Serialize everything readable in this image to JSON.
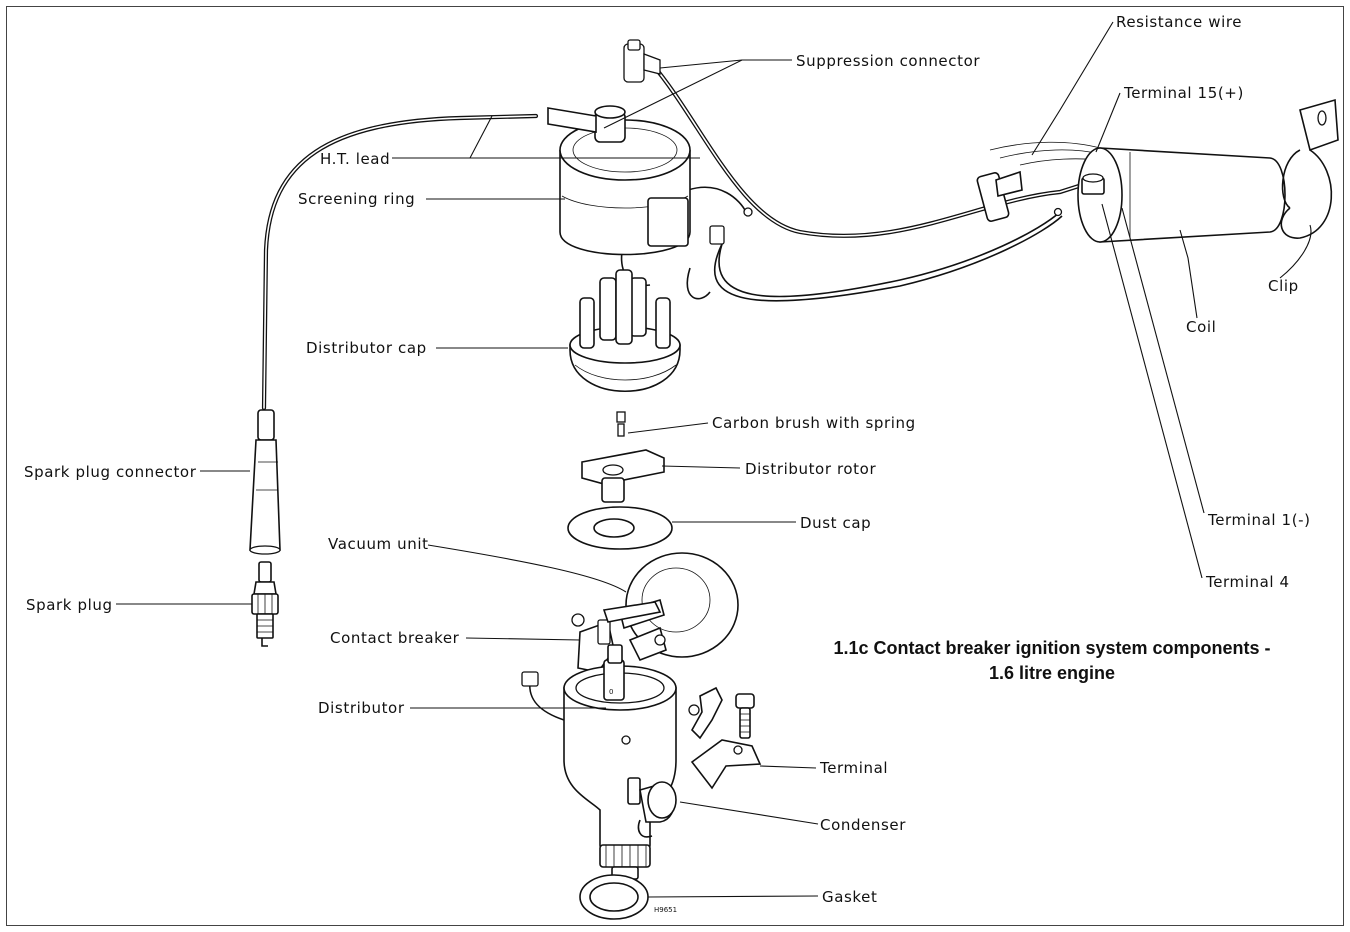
{
  "figure": {
    "caption_line1": "1.1c  Contact breaker ignition system components -",
    "caption_line2": "1.6 litre engine",
    "ref_code": "H9651"
  },
  "labels": {
    "resistance_wire": "Resistance wire",
    "suppression_connector": "Suppression connector",
    "terminal_15": "Terminal 15(+)",
    "ht_lead": "H.T. lead",
    "screening_ring": "Screening ring",
    "clip": "Clip",
    "coil": "Coil",
    "distributor_cap": "Distributor cap",
    "carbon_brush": "Carbon brush with spring",
    "spark_plug_connector": "Spark plug connector",
    "distributor_rotor": "Distributor rotor",
    "terminal_1": "Terminal 1(-)",
    "dust_cap": "Dust cap",
    "vacuum_unit": "Vacuum unit",
    "terminal_4": "Terminal 4",
    "spark_plug": "Spark plug",
    "contact_breaker": "Contact breaker",
    "distributor": "Distributor",
    "terminal": "Terminal",
    "condenser": "Condenser",
    "gasket": "Gasket"
  }
}
